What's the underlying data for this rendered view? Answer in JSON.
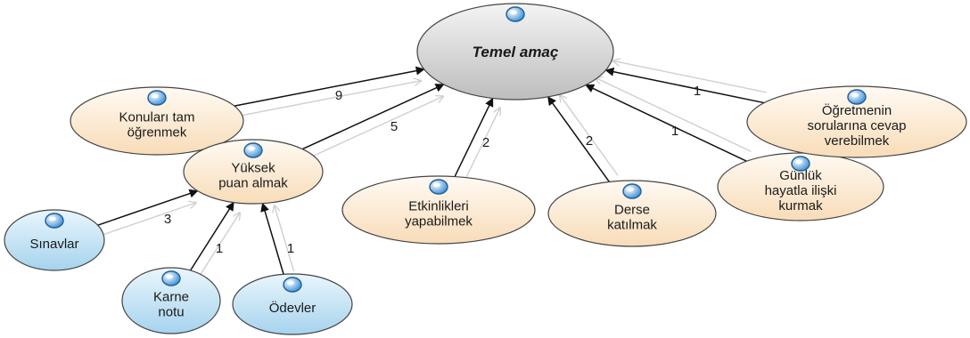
{
  "colors": {
    "root_fill_top": "#f4f4f4",
    "root_fill_bottom": "#bdbdbd",
    "orange_fill_top": "#fffaf3",
    "orange_fill_bottom": "#f8dcb8",
    "blue_fill_top": "#eaf6fc",
    "blue_fill_bottom": "#a6d3ee",
    "node_stroke": "#444444",
    "edge_stroke": "#111111",
    "ghost_stroke": "#cfcfcf",
    "bulb": "#3a8fd6"
  },
  "icon": "node-bulb-icon",
  "nodes": {
    "root": {
      "lines": [
        "Temel amaç"
      ],
      "style": "root"
    },
    "konulari": {
      "lines": [
        "Konuları tam",
        "öğrenmek"
      ],
      "style": "orange"
    },
    "yuksek": {
      "lines": [
        "Yüksek",
        "puan almak"
      ],
      "style": "orange"
    },
    "etkinlikleri": {
      "lines": [
        "Etkinlikleri",
        "yapabilmek"
      ],
      "style": "orange"
    },
    "derse": {
      "lines": [
        "Derse",
        "katılmak"
      ],
      "style": "orange"
    },
    "gunluk": {
      "lines": [
        "Günlük",
        "hayatla ilişki",
        "kurmak"
      ],
      "style": "orange"
    },
    "ogretmen": {
      "lines": [
        "Öğretmenin",
        "sorularına cevap",
        "verebilmek"
      ],
      "style": "orange"
    },
    "sinavlar": {
      "lines": [
        "Sınavlar"
      ],
      "style": "blue"
    },
    "karne": {
      "lines": [
        "Karne",
        "notu"
      ],
      "style": "blue"
    },
    "odevler": {
      "lines": [
        "Ödevler"
      ],
      "style": "blue"
    }
  },
  "edges": [
    {
      "from": "konulari",
      "to": "root",
      "label": "9"
    },
    {
      "from": "yuksek",
      "to": "root",
      "label": "5"
    },
    {
      "from": "etkinlikleri",
      "to": "root",
      "label": "2"
    },
    {
      "from": "derse",
      "to": "root",
      "label": "2"
    },
    {
      "from": "gunluk",
      "to": "root",
      "label": "1"
    },
    {
      "from": "ogretmen",
      "to": "root",
      "label": "1"
    },
    {
      "from": "sinavlar",
      "to": "yuksek",
      "label": "3"
    },
    {
      "from": "karne",
      "to": "yuksek",
      "label": "1"
    },
    {
      "from": "odevler",
      "to": "yuksek",
      "label": "1"
    }
  ]
}
